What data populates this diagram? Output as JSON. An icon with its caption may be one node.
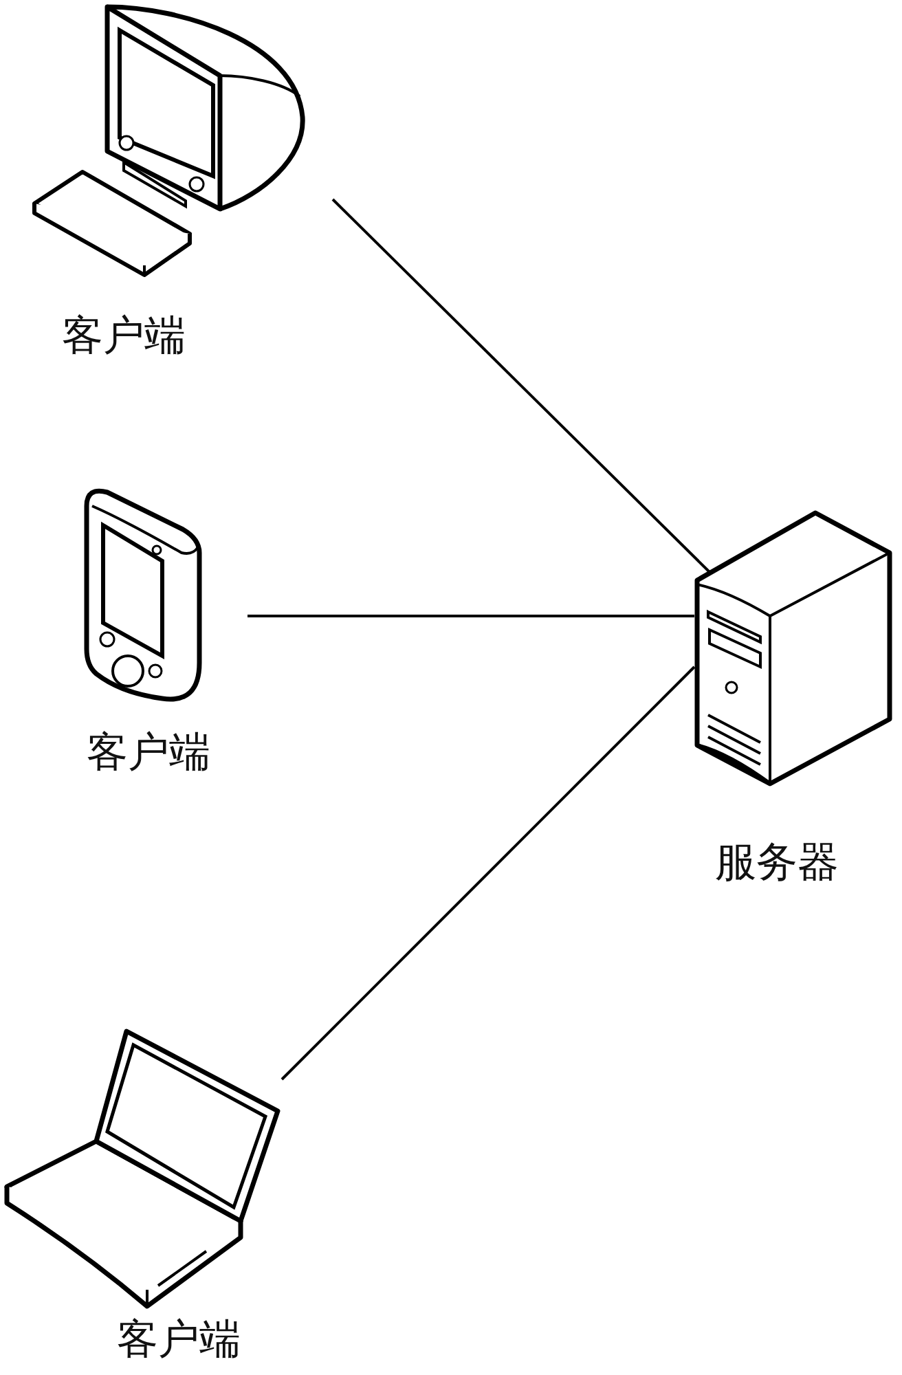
{
  "diagram": {
    "nodes": [
      {
        "text": [
          "客户端"
        ]
      },
      {
        "text": [
          "客户端"
        ]
      },
      {
        "text": [
          "服务器"
        ]
      },
      {
        "text": [
          "客户端"
        ]
      }
    ],
    "edges": [
      {
        "from": 0,
        "to": 2,
        "arrow": "none"
      },
      {
        "from": 1,
        "to": 2,
        "arrow": "none"
      },
      {
        "from": 3,
        "to": 2,
        "arrow": "none"
      }
    ]
  }
}
